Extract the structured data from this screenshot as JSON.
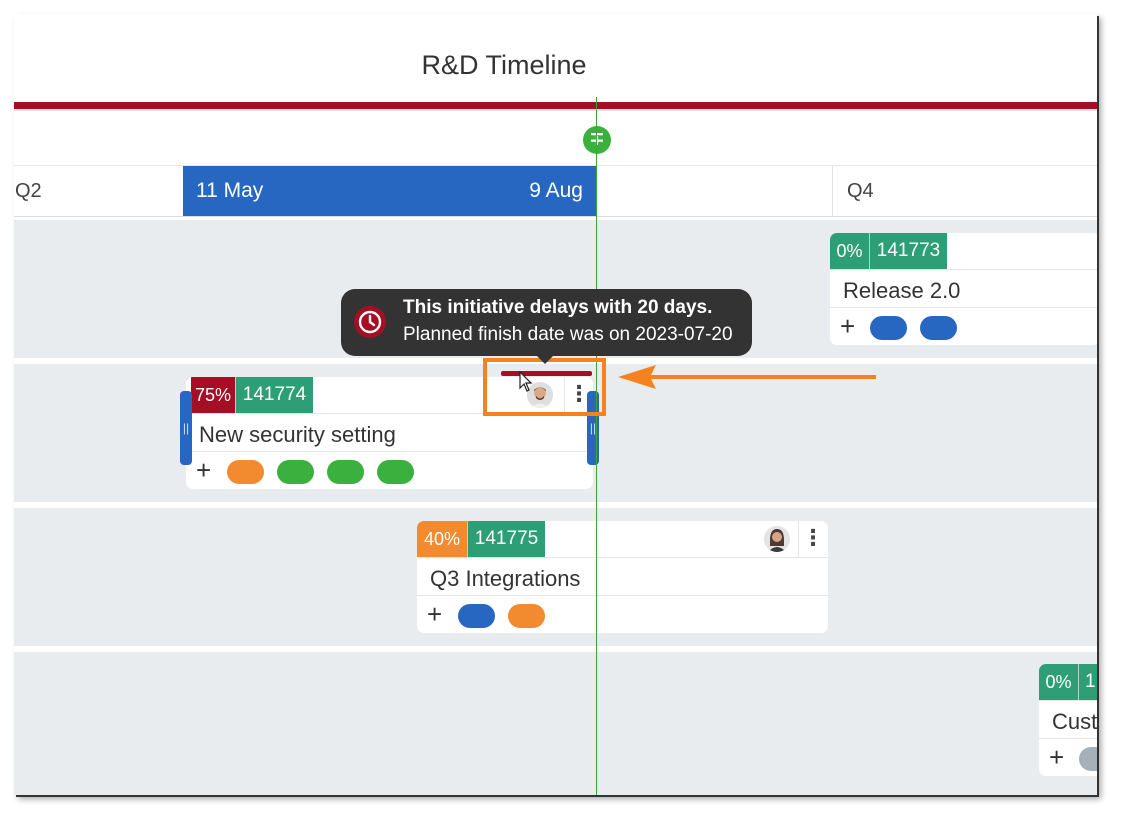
{
  "board": {
    "title": "R&D Timeline"
  },
  "timeline": {
    "today_marker_icon": "plus-minus-icon",
    "quarters": {
      "q2": "Q2",
      "q4": "Q4"
    },
    "range": {
      "start": "11 May",
      "end": "9 Aug",
      "color": "#2766c1"
    }
  },
  "tooltip": {
    "icon": "clock-icon",
    "line1": "This initiative delays with 20 days.",
    "line2": "Planned finish date was on 2023-07-20"
  },
  "cards": [
    {
      "percent": "0%",
      "id": "141773",
      "name": "Release 2.0",
      "tags": [
        "blue",
        "blue"
      ]
    },
    {
      "percent": "75%",
      "id": "141774",
      "name": "New security setting",
      "tags": [
        "orange",
        "green",
        "green",
        "green"
      ],
      "delayed": true
    },
    {
      "percent": "40%",
      "id": "141775",
      "name": "Q3 Integrations",
      "tags": [
        "blue",
        "orange"
      ]
    },
    {
      "percent": "0%",
      "id": "1",
      "name": "Cust",
      "tags": [
        "grey"
      ]
    }
  ],
  "colors": {
    "accent_red": "#a50f26",
    "progress_green": "#2e9e77",
    "progress_orange": "#f28a30",
    "highlight_orange": "#f4831f",
    "today_green": "#3ab03e"
  },
  "tag_plus_label": "+",
  "kebab_label": "⋮"
}
